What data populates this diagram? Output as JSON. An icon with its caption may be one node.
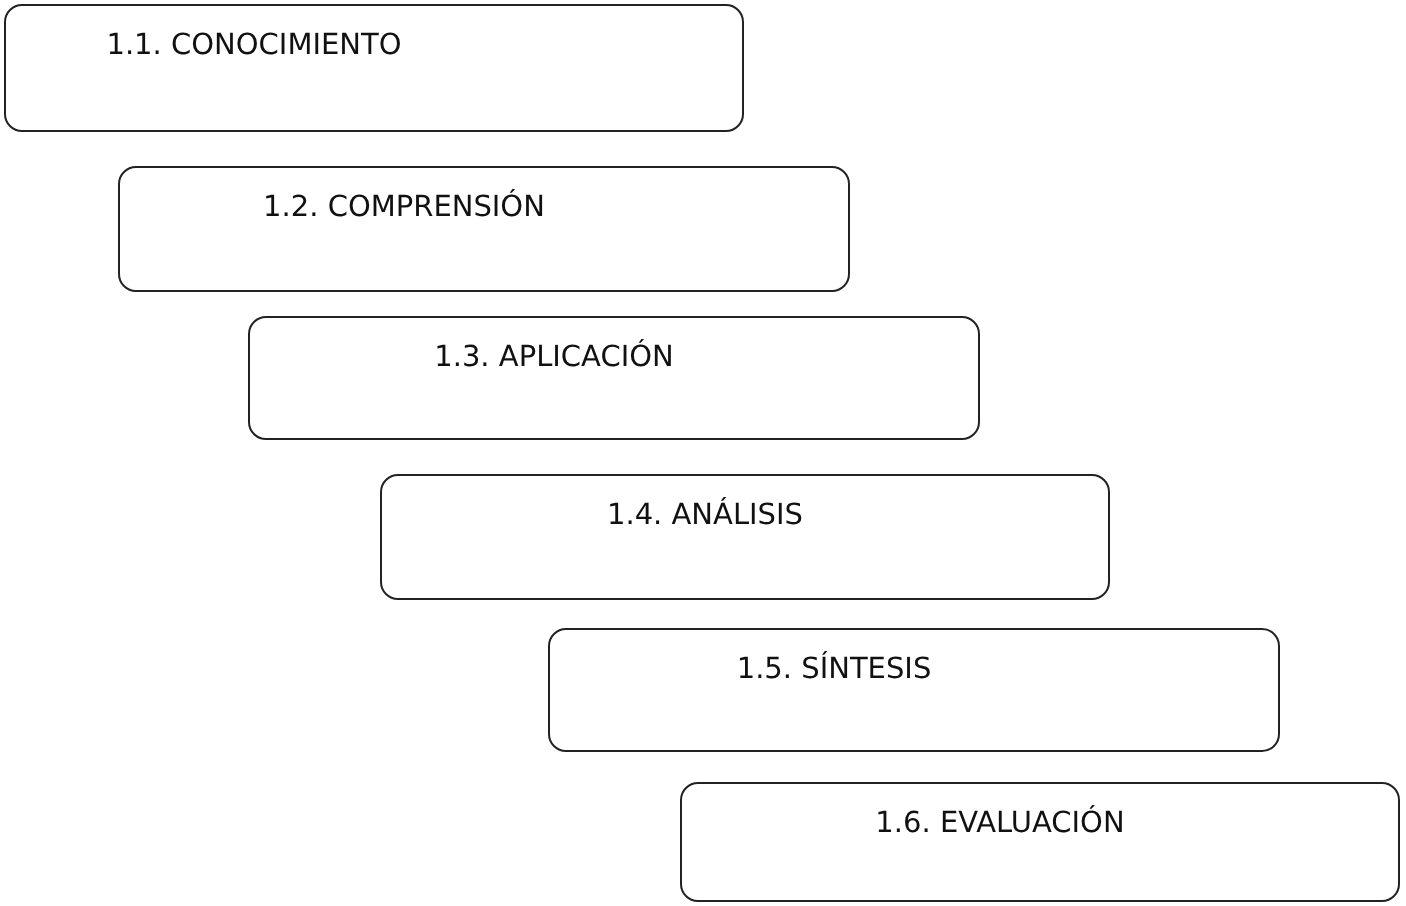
{
  "diagram": {
    "nodes": [
      {
        "text": [
          "1.1. CONOCIMIENTO"
        ]
      },
      {
        "text": [
          "1.2. COMPRENSIÓN"
        ]
      },
      {
        "text": [
          "1.3. APLICACIÓN"
        ]
      },
      {
        "text": [
          "1.4. ANÁLISIS"
        ]
      },
      {
        "text": [
          "1.5. SÍNTESIS"
        ]
      },
      {
        "text": [
          "1.6. EVALUACIÓN"
        ]
      }
    ]
  }
}
